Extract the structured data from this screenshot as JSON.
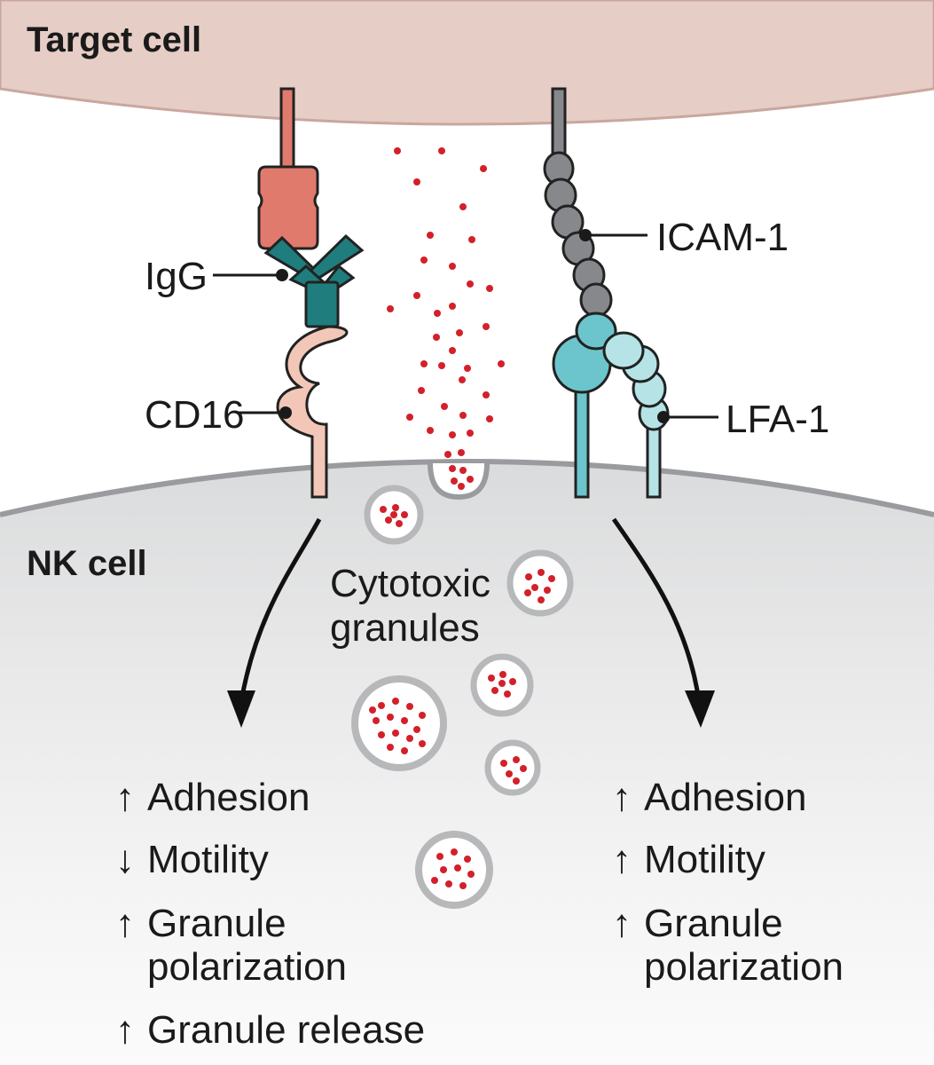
{
  "labels": {
    "target_cell": "Target cell",
    "nk_cell": "NK cell",
    "igg": "IgG",
    "cd16": "CD16",
    "icam1": "ICAM-1",
    "lfa1": "LFA-1",
    "granules_line1": "Cytotoxic",
    "granules_line2": "granules"
  },
  "left_outcomes": {
    "adhesion": {
      "arrow": "↑",
      "text": "Adhesion"
    },
    "motility": {
      "arrow": "↓",
      "text": "Motility"
    },
    "polarization": {
      "arrow": "↑",
      "line1": "Granule",
      "line2": "polarization"
    },
    "release": {
      "arrow": "↑",
      "text": "Granule release"
    }
  },
  "right_outcomes": {
    "adhesion": {
      "arrow": "↑",
      "text": "Adhesion"
    },
    "motility": {
      "arrow": "↑",
      "text": "Motility"
    },
    "polarization": {
      "arrow": "↑",
      "line1": "Granule",
      "line2": "polarization"
    }
  },
  "colors": {
    "target_cell": "#e6cdc5",
    "nk_cell": "#e8e8e9",
    "cd16": "#f2c7b8",
    "receptor_red": "#e07a6d",
    "igg": "#1f7d7d",
    "icam1": "#86888b",
    "lfa1_dark": "#6cc5cc",
    "lfa1_light": "#b5e3e6",
    "granule_dot": "#d3202a"
  }
}
